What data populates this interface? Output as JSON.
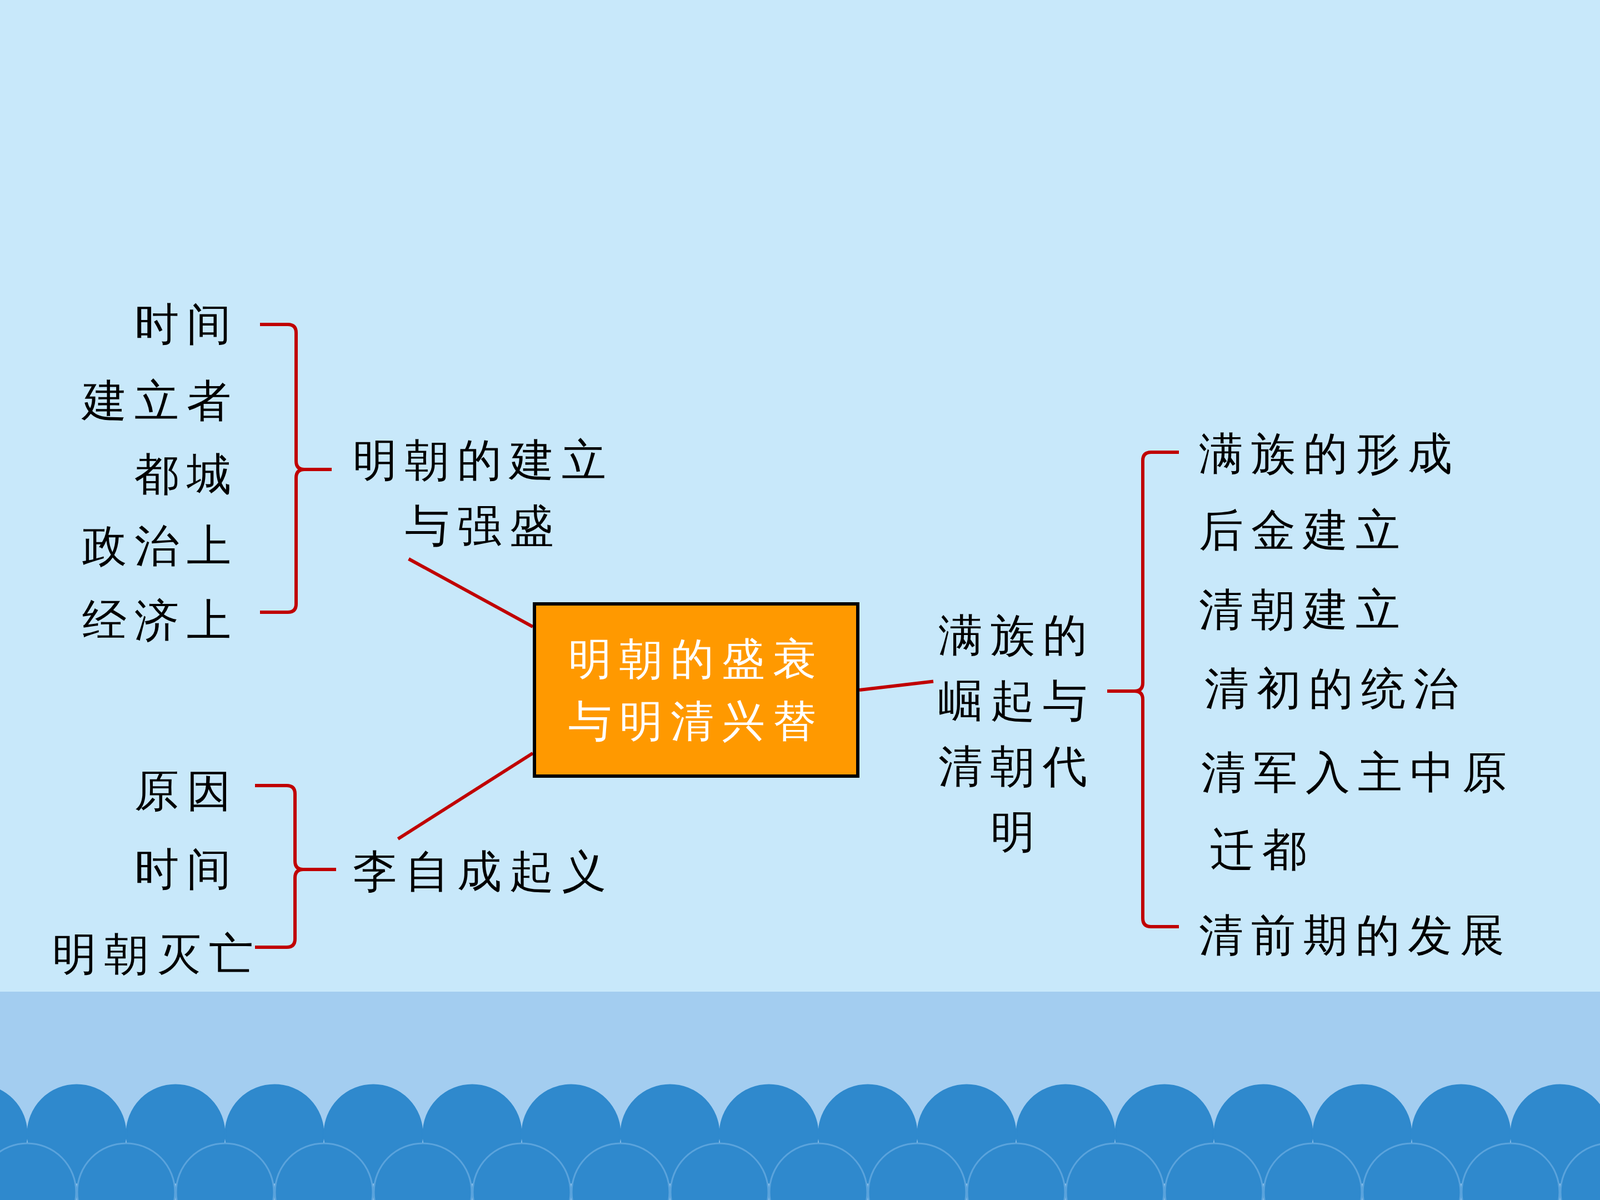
{
  "diagram": {
    "nodes": [
      {
        "text": [
          "明朝的建立与强盛"
        ]
      },
      {
        "text": [
          "明朝的盛衰与明清兴替"
        ]
      },
      {
        "text": [
          "满族的崛起与清朝代明"
        ]
      },
      {
        "text": [
          "李自成起义"
        ]
      }
    ],
    "edges": [
      {
        "from": 1,
        "to": 0,
        "arrow": "none"
      },
      {
        "from": 1,
        "to": 2,
        "arrow": "none"
      },
      {
        "from": 1,
        "to": 3,
        "arrow": "none"
      }
    ],
    "labels": [
      "时间",
      "建立者",
      "都城",
      "政治上",
      "经济上",
      "原因",
      "时间",
      "明朝灭亡",
      "满族的形成",
      "后金建立",
      "清朝建立",
      "清初的统治",
      "清军入主中原",
      "迁都",
      "清前期的发展"
    ]
  }
}
